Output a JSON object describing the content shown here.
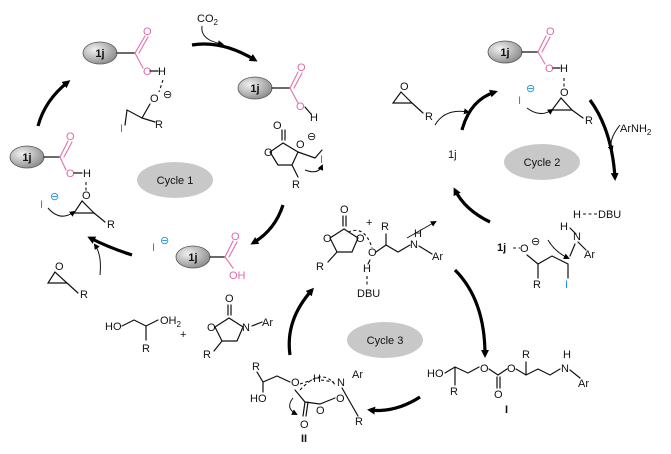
{
  "catalyst": "1j",
  "reagents": {
    "co2": "CO",
    "co2_sub": "2",
    "arnh2": "ArNH",
    "arnh2_sub": "2",
    "dbu": "DBU",
    "dbu_top": "DBU",
    "plus": "+"
  },
  "atoms": {
    "O": "O",
    "H": "H",
    "I": "I",
    "R": "R",
    "N": "N",
    "Ar": "Ar",
    "C": "C",
    "OH": "OH",
    "HO": "HO",
    "OH2": "OH",
    "minus": "⊖"
  },
  "cycles": [
    {
      "label": "Cycle 1"
    },
    {
      "label": "Cycle 2"
    },
    {
      "label": "Cycle 3"
    }
  ],
  "intermediates": {
    "I": "I",
    "II": "II"
  },
  "colors": {
    "acid": "#e377b0",
    "iodide": "#1e8fd8",
    "cycle_oval": "#c8c8c8",
    "catalyst_ball": "#9a9a9a"
  }
}
